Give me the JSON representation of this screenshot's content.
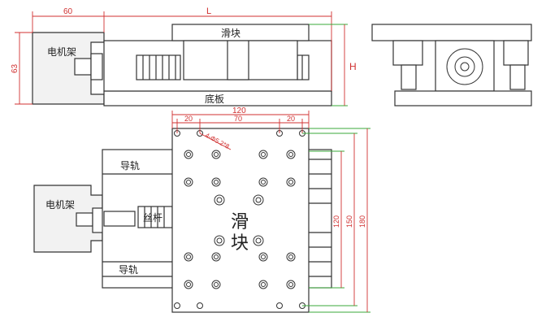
{
  "labels": {
    "slider": "滑块",
    "base_plate": "底板",
    "motor_mount": "电机架",
    "guide_rail": "导轨",
    "screw": "丝杆",
    "slider_large_1": "滑",
    "slider_large_2": "块"
  },
  "dimensions": {
    "motor_length": "60",
    "total_length": "L",
    "motor_height": "63",
    "total_height": "H",
    "plate_width": "120",
    "edge_offset_left": "20",
    "hole_spacing": "70",
    "edge_offset_right": "20",
    "hole_spec": "4-Φ5.2*8",
    "height_120": "120",
    "height_150": "150",
    "height_180": "180"
  }
}
